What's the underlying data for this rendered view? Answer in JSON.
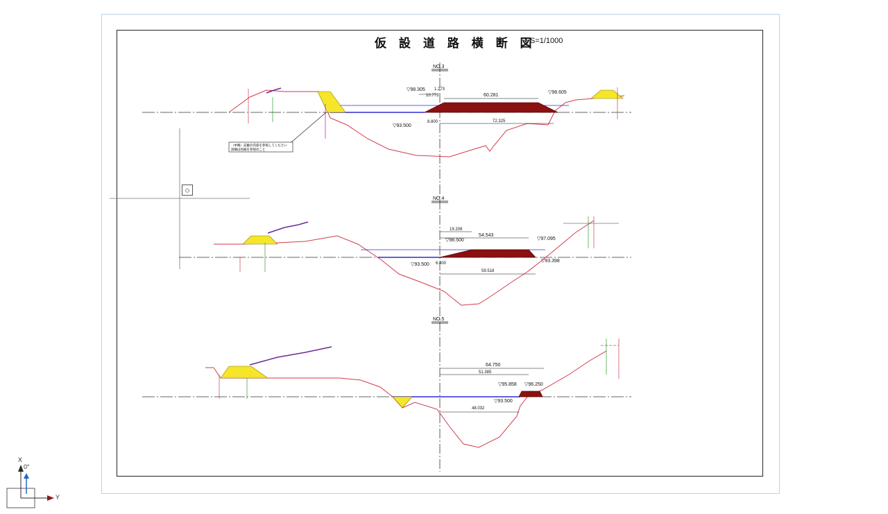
{
  "drawing": {
    "title": "仮 設 道 路 横 断 図",
    "scale": "S=1/1000"
  },
  "colors": {
    "ground_line": "#d23a4a",
    "fill_section": "#8b1010",
    "embankment": "#f5e62a",
    "plan_line": "#2b2bd0",
    "pipe_line": "#6a2a9a",
    "marker_green": "#2e9a2e",
    "marker_magenta": "#d000d0"
  },
  "sections": [
    {
      "id": "NO.3",
      "labels": {
        "width_top": "60.281",
        "width_small": "1.273",
        "width_left": "10.773",
        "elev_left": "▽98.305",
        "elev_right": "▽98.605",
        "elev_base": "▽93.500",
        "offset": "8.800",
        "width_bottom": "72.325"
      },
      "note_line1": "（中略）記載の内容を参照してください",
      "note_line2": "詳細は別紙を参照のこと"
    },
    {
      "id": "NO.4",
      "labels": {
        "width_top": "54.543",
        "width_left": "19.208",
        "elev_left": "▽98.500",
        "elev_right": "▽97.095",
        "elev_right_low": "▽93.398",
        "elev_base": "▽93.500",
        "offset": "6.400",
        "width_bottom": "59.518"
      }
    },
    {
      "id": "NO.5",
      "labels": {
        "width_top": "64.750",
        "width_mid": "51.385",
        "elev_left": "▽95.858",
        "elev_right": "▽96.250",
        "elev_base": "▽93.500",
        "width_bottom": "48.032"
      }
    }
  ],
  "ucs": {
    "x_label": "X",
    "y_label": "Y",
    "angle": "0°"
  }
}
